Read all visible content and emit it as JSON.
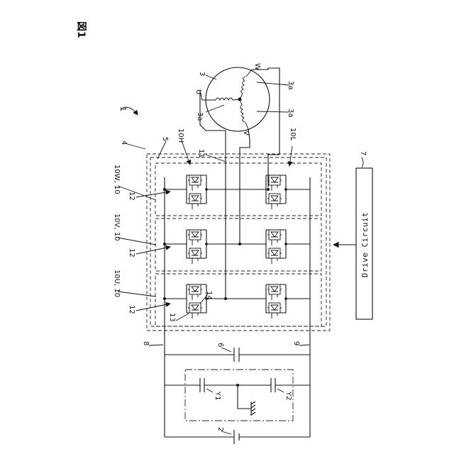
{
  "figure_label": "図1",
  "labels": {
    "system": "1",
    "battery": "2",
    "motor": "3",
    "coil": "3a",
    "inverter": "4",
    "inverter_region": "5",
    "capacitor": "6",
    "drive_circuit_ref": "7",
    "pos_line": "8",
    "neg_line": "9",
    "upper_arm": "10H",
    "lower_arm": "10L",
    "phase_w": "10W, 10",
    "phase_v": "10V, 10",
    "phase_u": "10U, 10",
    "output_line": "11",
    "module": "12",
    "switch": "13",
    "diode": "14",
    "y_cap1": "Y1",
    "y_cap2": "Y2",
    "term_u": "U",
    "term_v": "V",
    "term_w": "W"
  },
  "drive_circuit": {
    "text": "Drive Circuit"
  }
}
